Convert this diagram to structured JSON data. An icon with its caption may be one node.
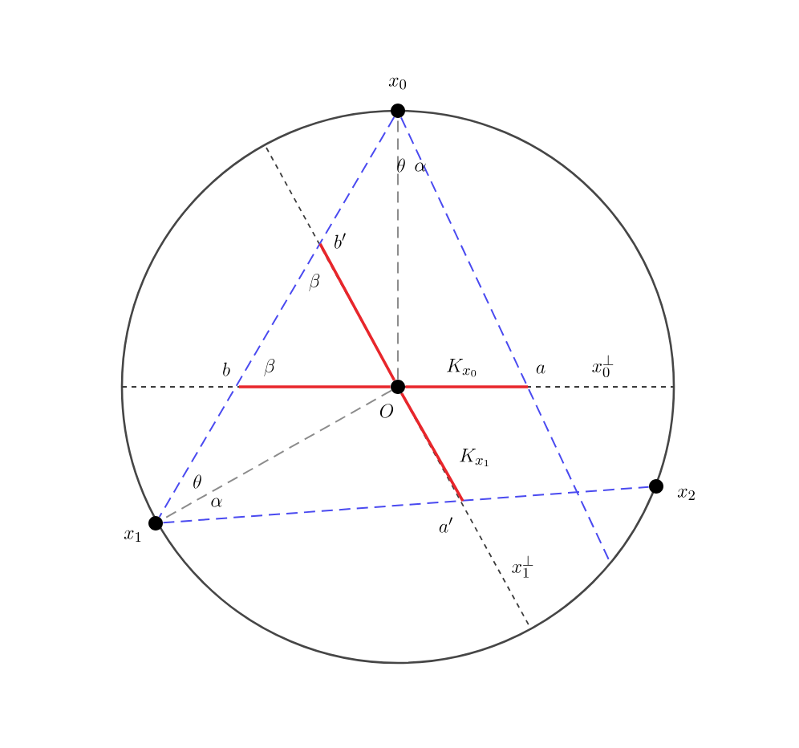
{
  "diagram": {
    "nodes": [
      {
        "text": [
          "x_0"
        ]
      },
      {
        "text": [
          "x_1"
        ]
      },
      {
        "text": [
          "x_2"
        ]
      },
      {
        "text": [
          "O"
        ]
      },
      {
        "text": [
          "b"
        ]
      },
      {
        "text": [
          "a"
        ]
      },
      {
        "text": [
          "b'"
        ]
      },
      {
        "text": [
          "a'"
        ]
      }
    ],
    "edges": [
      {
        "from": 0,
        "to": 1,
        "arrow": "none",
        "style": "dashed",
        "color": "#4a4af0"
      },
      {
        "from": 1,
        "to": 2,
        "arrow": "none",
        "style": "dashed",
        "color": "#4a4af0"
      },
      {
        "from": 0,
        "to": null,
        "arrow": "none",
        "style": "dashed",
        "color": "#4a4af0"
      },
      {
        "from": 3,
        "to": 0,
        "arrow": "none",
        "style": "dashed",
        "color": "#8c8c8c"
      },
      {
        "from": 3,
        "to": 1,
        "arrow": "none",
        "style": "dashed",
        "color": "#8c8c8c"
      },
      {
        "from": 3,
        "to": 4,
        "arrow": "none",
        "color": "#e8262b"
      },
      {
        "from": 3,
        "to": 5,
        "arrow": "none",
        "color": "#e8262b"
      },
      {
        "from": 3,
        "to": 6,
        "arrow": "none",
        "color": "#e8262b"
      },
      {
        "from": 3,
        "to": 7,
        "arrow": "none",
        "color": "#e8262b"
      }
    ],
    "labels": [
      "\\theta",
      "\\alpha",
      "\\beta",
      "\\beta",
      "K_{x_0}",
      "x_0^{\\perp}",
      "\\theta",
      "\\alpha",
      "K_{x_1}",
      "x_1^{\\perp}"
    ]
  }
}
